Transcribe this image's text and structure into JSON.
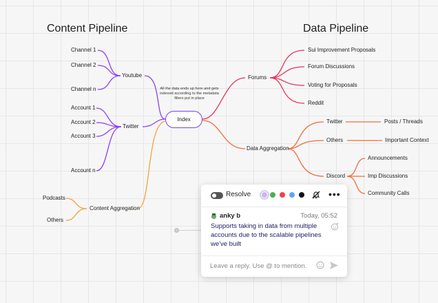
{
  "board": {
    "titles": {
      "content": "Content Pipeline",
      "data": "Data Pipeline"
    },
    "index_label": "Index",
    "index_note": "All the data ends up here and gets indexed according to the metadata filters put in place",
    "content": {
      "channels": [
        "Channel 1",
        "Channel 2",
        "Channel n"
      ],
      "youtube": "Youtube",
      "accounts": [
        "Account 1",
        "Account 2",
        "Account 3",
        "Account n"
      ],
      "twitter": "Twitter",
      "podcasts": "Podcasts",
      "others": "Others",
      "aggregation": "Content Aggregation"
    },
    "data": {
      "forums": "Forums",
      "forum_items": [
        "Sui Improvement Proposals",
        "Forum Discussions",
        "Voting for Proposals",
        "Reddit"
      ],
      "aggregation": "Data Aggregation",
      "twitter": "Twitter",
      "twitter_child": "Posts / Threads",
      "others": "Others",
      "others_child": "Important Context",
      "discord": "Discord",
      "discord_items": [
        "Announcements",
        "Imp Discussions",
        "Community Calls"
      ]
    },
    "colors": {
      "purple": "#8a3ffc",
      "orange": "#f2a33a",
      "red": "#e8325a",
      "coral": "#f26b3a"
    }
  },
  "comment": {
    "resolve_label": "Resolve",
    "swatches": [
      "#c9b8f0",
      "#4caf50",
      "#ef4444",
      "#60a5fa",
      "#111111"
    ],
    "author": "anky b",
    "time": "Today, 05:52",
    "message": "Supports taking in data from multiple accounts due to the scalable pipelines we've built",
    "reply_placeholder": "Leave a reply. Use @ to mention."
  }
}
